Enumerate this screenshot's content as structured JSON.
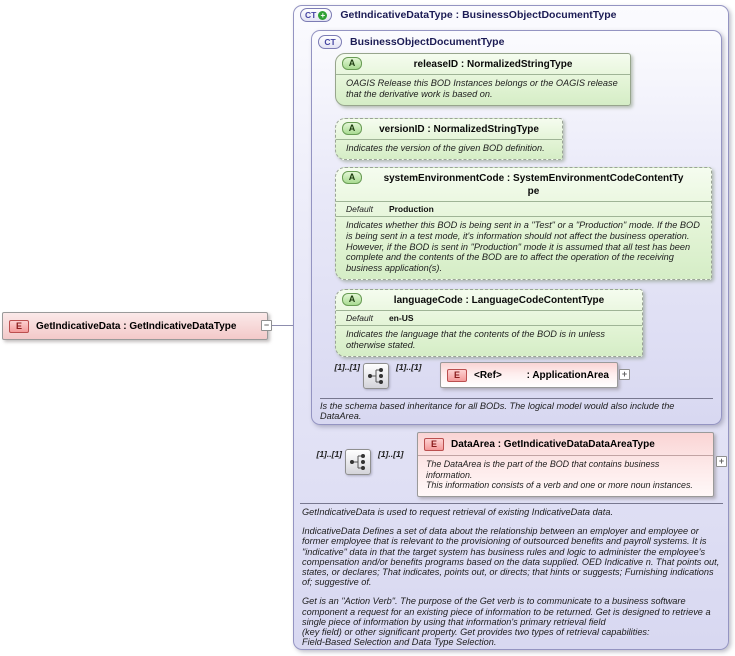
{
  "diagram": {
    "icons": {
      "element_letter": "E",
      "attribute_letter": "A",
      "complex_type_label": "CT",
      "plus": "+",
      "minus": "−"
    },
    "root_element": {
      "label": "GetIndicativeData : GetIndicativeDataType"
    },
    "main_type": {
      "title": "GetIndicativeDataType : BusinessObjectDocumentType"
    },
    "base_type": {
      "title": "BusinessObjectDocumentType",
      "attributes": [
        {
          "title": "releaseID : NormalizedStringType",
          "doc": "OAGIS Release this BOD Instances belongs or the OAGIS release that the derivative work is based on."
        },
        {
          "title": "versionID : NormalizedStringType",
          "doc": "Indicates the version of the given BOD definition."
        },
        {
          "title": "systemEnvironmentCode : SystemEnvironmentCodeContentTy\npe",
          "default_label": "Default",
          "default_value": "Production",
          "doc": "Indicates whether this BOD is being sent in a \"Test\" or a \"Production\" mode. If the BOD is being sent in a test mode, it's information should not affect the business operation. However, if the BOD is sent in \"Production\" mode it is assumed that all test has been complete and the contents of the BOD are to affect the operation of the receiving business application(s)."
        },
        {
          "title": "languageCode : LanguageCodeContentType",
          "default_label": "Default",
          "default_value": "en-US",
          "doc": "Indicates the language that the contents of the BOD is in unless otherwise stated."
        }
      ],
      "sequence": {
        "cardinality_left": "[1]..[1]",
        "cardinality_right": "[1]..[1]"
      },
      "ref_element": {
        "name": "<Ref>",
        "type": ": ApplicationArea"
      },
      "doc": "Is the schema based inheritance for all BODs. The logical model would also include the DataArea."
    },
    "data_area": {
      "sequence": {
        "cardinality_left": "[1]..[1]",
        "cardinality_right": "[1]..[1]"
      },
      "title": "DataArea : GetIndicativeDataDataAreaType",
      "doc": "The DataArea is the part of the BOD that contains business information.\nThis information consists of a verb and one or more noun instances."
    },
    "footer_docs": {
      "p1": "GetIndicativeData is used to request retrieval of existing IndicativeData data.",
      "p2": "IndicativeData  Defines a set of data about the relationship between an employer and employee or former employee that is relevant to the provisioning of outsourced benefits and payroll systems. It is \"indicative\" data in that the target system has business rules and logic to administer the employee's compensation and/or benefits programs based on the data supplied. OED Indicative n. That points out, states, or declares; That indicates, points out, or directs; that hints or suggests; Furnishing indications of; suggestive of.",
      "p3": "Get is an \"Action Verb\". The purpose of the Get verb is to communicate to a business software component a request for an existing piece of information to be returned. Get is designed to retrieve a single piece of information by using that information's primary retrieval field\n(key field) or other significant property. Get provides two types of retrieval capabilities:\nField-Based Selection and Data Type Selection."
    },
    "colors": {
      "element_pink": "#f5baba",
      "attribute_green": "#d9efcb",
      "type_lavender": "#dcdcf2",
      "box_border": "#9494c2"
    }
  }
}
